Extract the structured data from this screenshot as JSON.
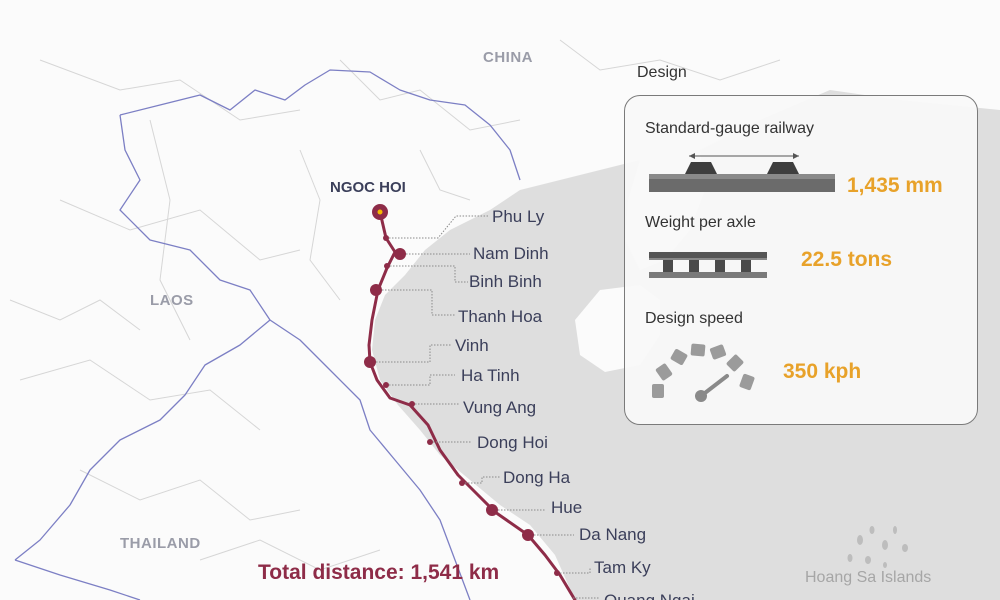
{
  "map": {
    "countries": {
      "china": "CHINA",
      "laos": "LAOS",
      "thailand": "THAILAND"
    },
    "origin": "NGOC HOI",
    "stations": {
      "phu_ly": "Phu Ly",
      "nam_dinh": "Nam Dinh",
      "binh_binh": "Binh Binh",
      "thanh_hoa": "Thanh Hoa",
      "vinh": "Vinh",
      "ha_tinh": "Ha Tinh",
      "vung_ang": "Vung Ang",
      "dong_hoi": "Dong Hoi",
      "dong_ha": "Dong Ha",
      "hue": "Hue",
      "da_nang": "Da Nang",
      "tam_ky": "Tam Ky",
      "quang_ngai": "Quang Ngai"
    },
    "total_distance": "Total distance: 1,541 km",
    "islands": "Hoang Sa Islands"
  },
  "design": {
    "title": "Design",
    "gauge": {
      "label": "Standard-gauge railway",
      "value": "1,435 mm"
    },
    "axle": {
      "label": "Weight per axle",
      "value": "22.5 tons"
    },
    "speed": {
      "label": "Design speed",
      "value": "350 kph"
    }
  },
  "colors": {
    "route": "#8e2c48",
    "accent_value": "#e8a22a",
    "land": "#fbfbfb",
    "sea": "#dedede",
    "border": "#7c7fc4"
  }
}
